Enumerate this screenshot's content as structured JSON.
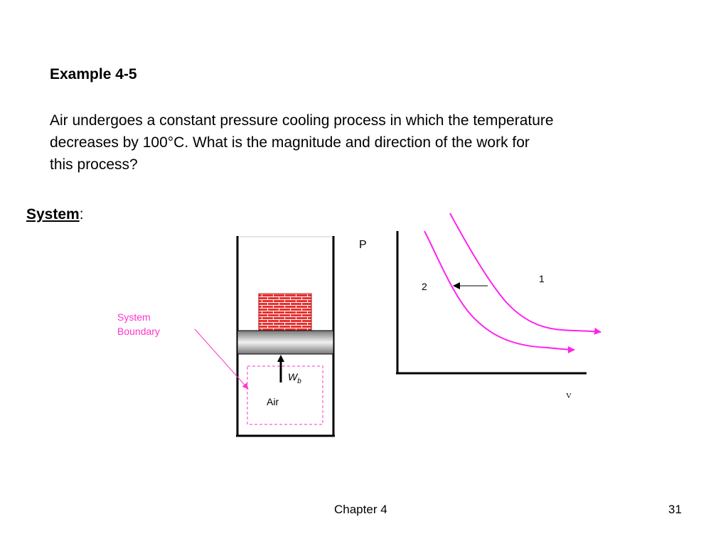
{
  "slide": {
    "title": "Example 4-5",
    "problem_line_1": "Air undergoes a constant pressure cooling process in which the temperature",
    "problem_line_2": "decreases by 100°C.  What is the magnitude and direction of the work for",
    "problem_line_3": "this process?",
    "system_label": "System",
    "system_colon": ":"
  },
  "piston_diagram": {
    "boundary_label_1": "System",
    "boundary_label_2": "Boundary",
    "work_symbol": "W",
    "work_subscript": "b",
    "gas_label": "Air",
    "boundary_color": "#ff33cc",
    "brick_color": "#e8302f"
  },
  "pv_diagram": {
    "y_axis_label": "P",
    "x_axis_label": "V",
    "state_1_label": "1",
    "state_2_label": "2",
    "curve_color": "#ff22ee"
  },
  "footer": {
    "chapter": "Chapter 4",
    "page": "31"
  }
}
